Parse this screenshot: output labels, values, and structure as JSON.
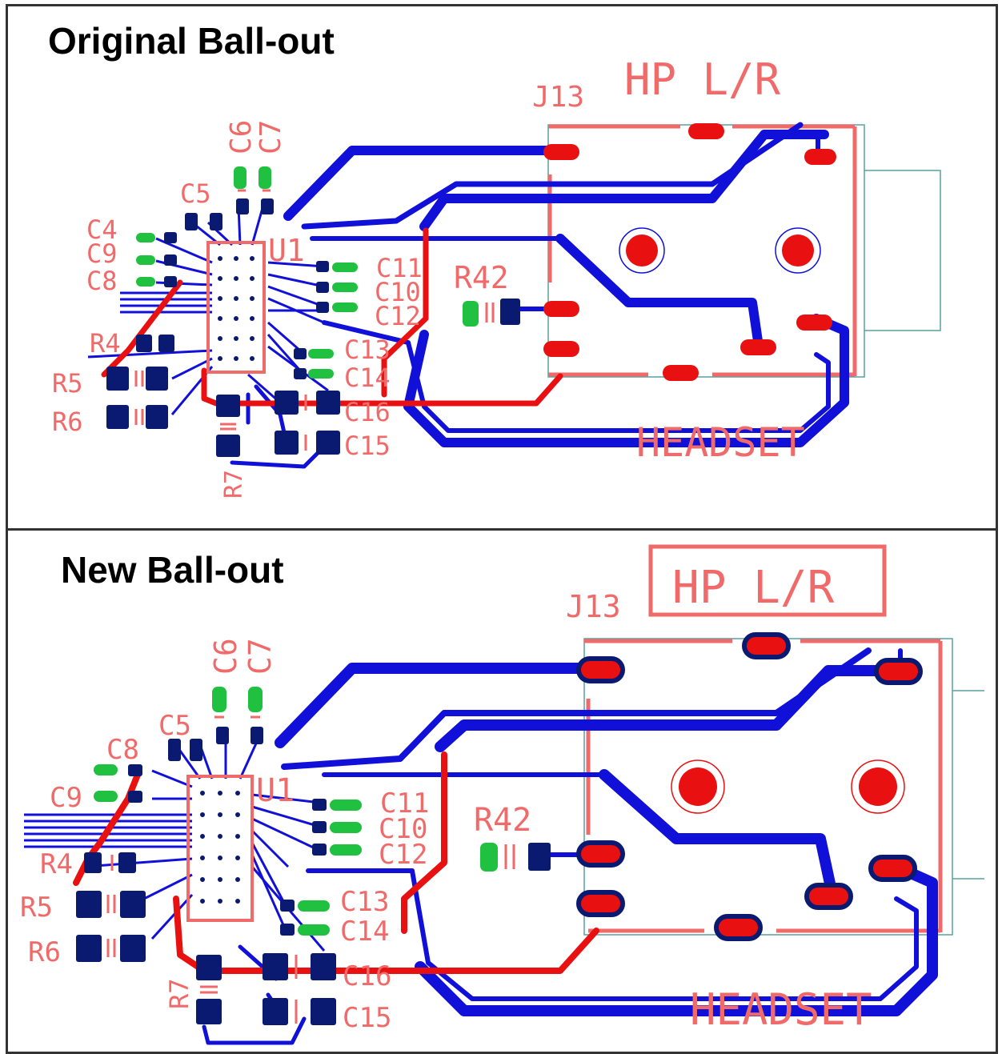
{
  "panels": [
    {
      "title": "Original Ball-out",
      "labels": {
        "c6": "C6",
        "c7": "C7",
        "c5": "C5",
        "c4": "C4",
        "c9": "C9",
        "c8": "C8",
        "r4": "R4",
        "r5": "R5",
        "r6": "R6",
        "r7": "R7",
        "u1": "U1",
        "c11": "C11",
        "c10": "C10",
        "c12": "C12",
        "c13": "C13",
        "c14": "C14",
        "c16": "C16",
        "c15": "C15",
        "r42": "R42",
        "j13": "J13",
        "hp": "HP L/R",
        "headset": "HEADSET"
      }
    },
    {
      "title": "New Ball-out",
      "labels": {
        "c6": "C6",
        "c7": "C7",
        "c5": "C5",
        "c8": "C8",
        "c9": "C9",
        "r4": "R4",
        "r5": "R5",
        "r6": "R6",
        "r7": "R7",
        "u1": "U1",
        "c11": "C11",
        "c10": "C10",
        "c12": "C12",
        "c13": "C13",
        "c14": "C14",
        "c16": "C16",
        "c15": "C15",
        "r42": "R42",
        "j13": "J13",
        "hp": "HP L/R",
        "headset": "HEADSET"
      }
    }
  ],
  "colors": {
    "top_copper": "#e81010",
    "bottom_copper": "#1010d8",
    "silkscreen": "#f06a6a",
    "pad_dark": "#0a1a70",
    "smd_green": "#20c040",
    "outline": "#5aa0a0",
    "border": "#333333"
  }
}
